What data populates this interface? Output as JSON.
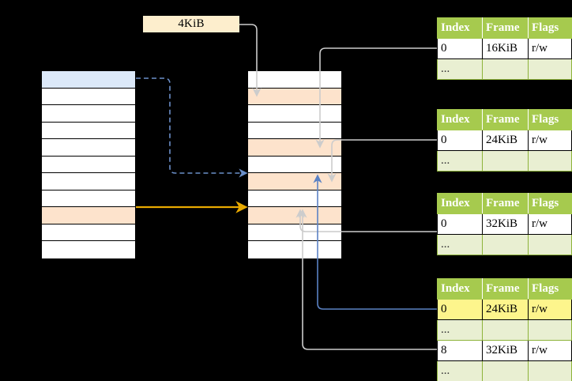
{
  "diagram": {
    "title": "multi-level page table walk",
    "colors": {
      "header_green": "#a6ca4e",
      "ellipsis_green": "#e9efd2",
      "highlight_yellow": "#fdf58c",
      "peach": "#fde3cc",
      "blue_row": "#dce9f9",
      "orange_arrow": "#e8a900",
      "blue_arrow": "#5b82c4",
      "grey_arrow": "#c8c8c8",
      "size_box": "#fdeecd"
    }
  },
  "size_label": {
    "text": "4KiB"
  },
  "left_column": {
    "name": "virtual-address-space",
    "rows": [
      {
        "label": "",
        "fill": "blue"
      },
      {
        "label": "",
        "fill": "white"
      },
      {
        "label": "",
        "fill": "white"
      },
      {
        "label": "",
        "fill": "white"
      },
      {
        "label": "",
        "fill": "white"
      },
      {
        "label": "",
        "fill": "white"
      },
      {
        "label": "",
        "fill": "white"
      },
      {
        "label": "",
        "fill": "white"
      },
      {
        "label": "",
        "fill": "peach"
      },
      {
        "label": "",
        "fill": "white"
      },
      {
        "label": "",
        "fill": "white"
      }
    ]
  },
  "middle_column": {
    "name": "physical-memory",
    "rows": [
      {
        "label": "",
        "fill": "white"
      },
      {
        "label": "",
        "fill": "peach"
      },
      {
        "label": "",
        "fill": "white"
      },
      {
        "label": "",
        "fill": "white"
      },
      {
        "label": "",
        "fill": "peach"
      },
      {
        "label": "",
        "fill": "white"
      },
      {
        "label": "",
        "fill": "peach"
      },
      {
        "label": "",
        "fill": "white"
      },
      {
        "label": "",
        "fill": "peach"
      },
      {
        "label": "",
        "fill": "white"
      },
      {
        "label": "",
        "fill": "white"
      }
    ]
  },
  "page_tables": [
    {
      "name": "level-4-table",
      "headers": [
        "Index",
        "Frame",
        "Flags"
      ],
      "rows": [
        {
          "kind": "data",
          "highlight": false,
          "cells": [
            "0",
            "16KiB",
            "r/w"
          ]
        },
        {
          "kind": "ellipsis",
          "highlight": false,
          "cells": [
            "...",
            "",
            ""
          ]
        }
      ]
    },
    {
      "name": "level-3-table",
      "headers": [
        "Index",
        "Frame",
        "Flags"
      ],
      "rows": [
        {
          "kind": "data",
          "highlight": false,
          "cells": [
            "0",
            "24KiB",
            "r/w"
          ]
        },
        {
          "kind": "ellipsis",
          "highlight": false,
          "cells": [
            "...",
            "",
            ""
          ]
        }
      ]
    },
    {
      "name": "level-2-table",
      "headers": [
        "Index",
        "Frame",
        "Flags"
      ],
      "rows": [
        {
          "kind": "data",
          "highlight": false,
          "cells": [
            "0",
            "32KiB",
            "r/w"
          ]
        },
        {
          "kind": "ellipsis",
          "highlight": false,
          "cells": [
            "...",
            "",
            ""
          ]
        }
      ]
    },
    {
      "name": "level-1-table",
      "headers": [
        "Index",
        "Frame",
        "Flags"
      ],
      "rows": [
        {
          "kind": "data",
          "highlight": true,
          "cells": [
            "0",
            "24KiB",
            "r/w"
          ]
        },
        {
          "kind": "ellipsis",
          "highlight": false,
          "cells": [
            "...",
            "",
            ""
          ]
        },
        {
          "kind": "data",
          "highlight": false,
          "cells": [
            "8",
            "32KiB",
            "r/w"
          ]
        },
        {
          "kind": "ellipsis",
          "highlight": false,
          "cells": [
            "...",
            "",
            ""
          ]
        }
      ]
    }
  ]
}
